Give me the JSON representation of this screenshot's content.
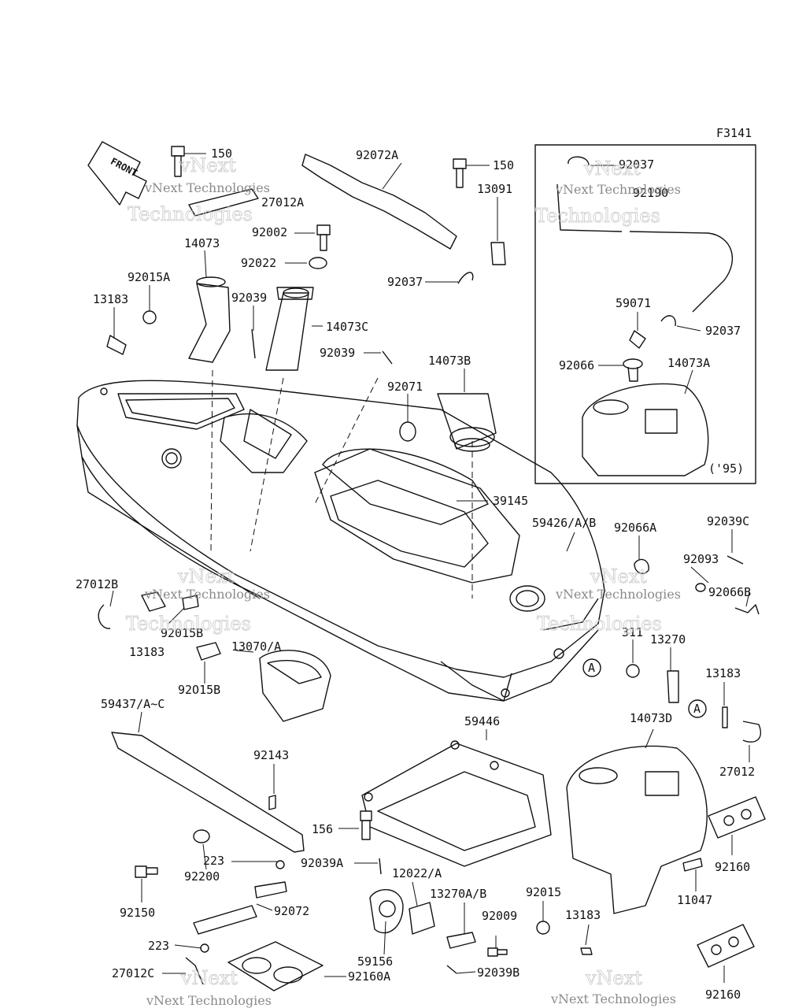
{
  "figure_code": "F3141",
  "front_label": "FRONT",
  "inset_year": "('95)",
  "ref_marker": "A",
  "watermark": {
    "line1": "vNext",
    "line2": "vNext Technologies",
    "line3": "Technologies"
  },
  "labels": {
    "p150_top": "150",
    "p27012A": "27012A",
    "p92072A": "92072A",
    "p150_right": "150",
    "p13091": "13091",
    "p92002": "92002",
    "p92022": "92022",
    "p14073": "14073",
    "p92015A": "92015A",
    "p13183_top": "13183",
    "p92039_a": "92039",
    "p14073C": "14073C",
    "p92037_mid": "92037",
    "p92039_b": "92039",
    "p92071": "92071",
    "p14073B": "14073B",
    "p92037_inset_top": "92037",
    "p92190": "92190",
    "p59071": "59071",
    "p92037_inset_right": "92037",
    "p92066": "92066",
    "p14073A": "14073A",
    "p39145": "39145",
    "p59426": "59426/A/B",
    "p92066A": "92066A",
    "p92039C": "92039C",
    "p92093": "92093",
    "p92066B": "92066B",
    "p27012B": "27012B",
    "p92015B_a": "92015B",
    "p13183_left": "13183",
    "p13070": "13070/A",
    "p92015B_b": "92O15B",
    "p311": "311",
    "p13270": "13270",
    "p13183_right": "13183",
    "p27012": "27012",
    "p14073D": "14073D",
    "p59437": "59437/A~C",
    "p59446": "59446",
    "p92143": "92143",
    "p156": "156",
    "p92200": "92200",
    "p223_top": "223",
    "p92039A": "92039A",
    "p12022": "12022/A",
    "p13270AB": "13270A/B",
    "p92015": "92015",
    "p13183_bottom": "13183",
    "p92160_right": "92160",
    "p11047": "11047",
    "p92150": "92150",
    "p92072": "92072",
    "p92009": "92009",
    "p223_bottom": "223",
    "p27012C": "27012C",
    "p59156": "59156",
    "p92039B": "92039B",
    "p92160A": "92160A",
    "p92160_bottom": "92160"
  }
}
